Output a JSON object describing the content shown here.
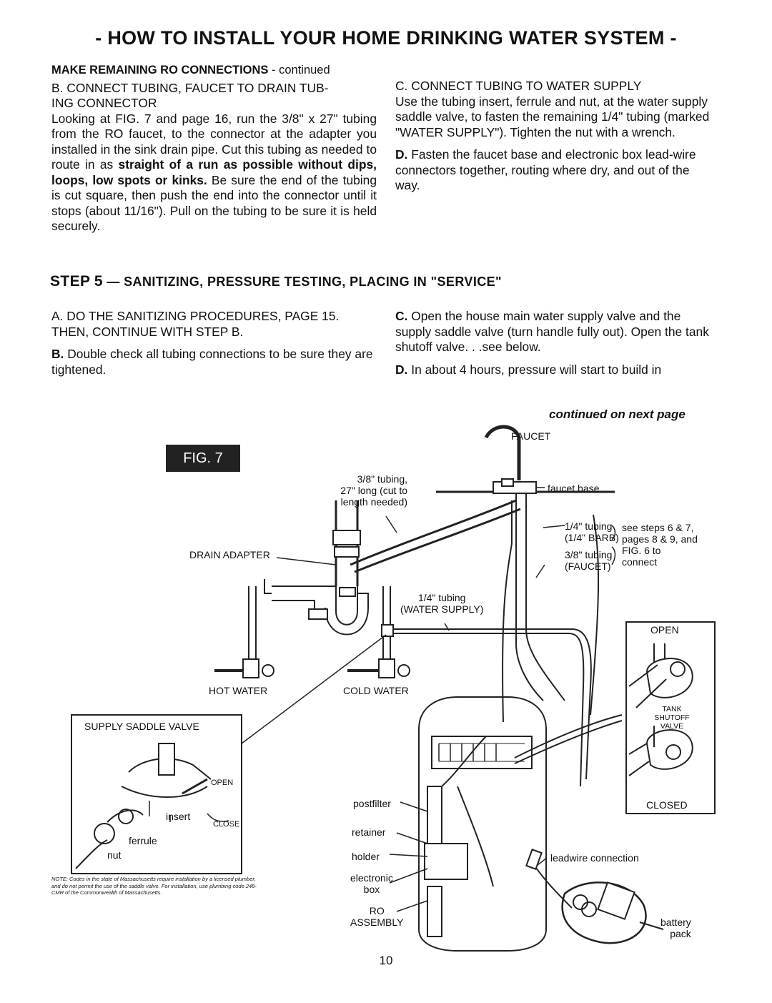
{
  "title": "- HOW TO INSTALL YOUR HOME DRINKING WATER SYSTEM -",
  "left_col": {
    "heading_bold": "MAKE REMAINING RO CONNECTIONS",
    "heading_rest": " - continued",
    "b_heading_1": "B. CONNECT TUBING, FAUCET TO DRAIN TUB-",
    "b_heading_2": "ING CONNECTOR",
    "b_text_1": "Looking at FIG. 7 and page 16, run the 3/8\" x 27\" tubing from the RO faucet, to the connector at the adapter you installed in the sink drain pipe. Cut this tubing as needed to route in as ",
    "b_text_bold": "straight of a run as possible without dips, loops, low spots or kinks.",
    "b_text_2": " Be sure the end of the tubing is cut square, then push the end into the connector until it stops (about 11/16\"). Pull on the tubing to be sure it is held securely."
  },
  "right_col": {
    "c_heading": "C. CONNECT TUBING TO WATER SUPPLY",
    "c_text": "Use the tubing insert, ferrule and nut, at the water supply saddle valve, to fasten the remaining 1/4\" tubing (marked \"WATER SUPPLY\"). Tighten the nut with a wrench.",
    "d_label": "D.",
    "d_text": " Fasten the faucet base and electronic box lead-wire connectors together, routing where dry, and out of the way."
  },
  "step5": {
    "label": "STEP",
    "num": "5",
    "heading": " — SANITIZING, PRESSURE TESTING, PLACING IN \"SERVICE\""
  },
  "step5_left": {
    "a_text": "A. DO THE SANITIZING PROCEDURES, PAGE 15. THEN, CONTINUE WITH STEP B.",
    "b_label": "B.",
    "b_text": " Double check all tubing connections to be sure they are tightened."
  },
  "step5_right": {
    "c_label": "C.",
    "c_text": " Open the house main water supply valve and the supply saddle valve (turn handle fully out). Open the tank shutoff valve. . .see below.",
    "d_label": "D.",
    "d_text": " In about 4 hours, pressure will start to build in"
  },
  "continued": "continued on next page",
  "figure": {
    "badge": "FIG. 7",
    "faucet": "FAUCET",
    "faucet_base": "faucet base",
    "tubing_38_1": "3/8\" tubing,",
    "tubing_38_2": "27\" long (cut to",
    "tubing_38_3": "length needed)",
    "drain_adapter": "DRAIN ADAPTER",
    "t14_tubing": "1/4\" tubing",
    "t14_barb": "(1/4\" BARB)",
    "t38_tubing": "3/8\" tubing",
    "t38_faucet": "(FAUCET)",
    "see_1": "see steps 6 & 7,",
    "see_2": "pages 8 & 9, and",
    "see_3": "FIG. 6 to",
    "see_4": "connect",
    "water_supply_1": "1/4\" tubing",
    "water_supply_2": "(WATER SUPPLY)",
    "hot_water": "HOT WATER",
    "cold_water": "COLD WATER",
    "open": "OPEN",
    "closed": "CLOSED",
    "tank_shutoff_1": "TANK",
    "tank_shutoff_2": "SHUTOFF VALVE",
    "supply_saddle_valve": "SUPPLY SADDLE VALVE",
    "sv_open": "OPEN",
    "sv_close": "CLOSE",
    "sv_insert": "insert",
    "sv_ferrule": "ferrule",
    "sv_nut": "nut",
    "postfilter": "postfilter",
    "retainer": "retainer",
    "holder": "holder",
    "electronic_1": "electronic",
    "electronic_2": "box",
    "ro_1": "RO",
    "ro_2": "ASSEMBLY",
    "leadwire": "leadwire connection",
    "battery_1": "battery",
    "battery_2": "pack"
  },
  "note": "NOTE: Codes in the state of Massachusetts require installation by a licensed plumber, and do not permit the use of the saddle valve. For installation, use plumbing code 248-CMR of the Commonwealth of Massachusetts.",
  "page_number": "10"
}
